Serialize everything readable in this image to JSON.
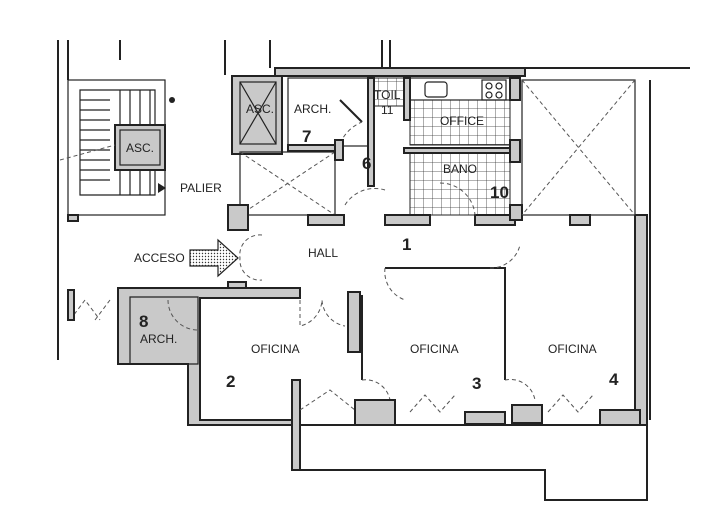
{
  "plan": {
    "stair_elevator_label": "ASC.",
    "landing_label": "PALIER",
    "elevator_label": "ASC.",
    "access_label": "ACCESO",
    "hall_label": "HALL",
    "hall_number": "1",
    "rooms": [
      {
        "label": "ARCH.",
        "number": "7"
      },
      {
        "label": "TOIL",
        "number": "11"
      },
      {
        "label": "OFFICE"
      },
      {
        "number": "6"
      },
      {
        "label": "BANO",
        "number": "10"
      },
      {
        "label": "ARCH.",
        "number": "8"
      },
      {
        "label": "OFICINA",
        "number": "2"
      },
      {
        "label": "OFICINA",
        "number": "3"
      },
      {
        "label": "OFICINA",
        "number": "4"
      }
    ]
  }
}
